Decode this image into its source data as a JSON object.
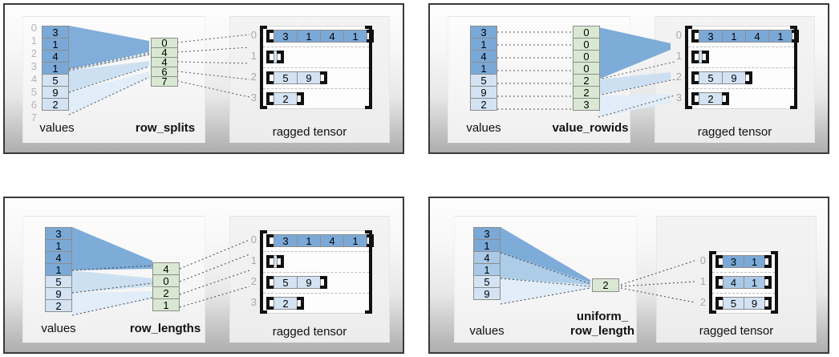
{
  "colors": {
    "blue_dark": "#7aa9d8",
    "blue_mid": "#a9c9e6",
    "blue_light": "#d3e3f3",
    "green": "#d9e8d2",
    "cell_border": "#8d8d8d",
    "bracket": "#111111",
    "panel_border": "#3a3a3a",
    "index_gray": "#b4b4b4",
    "dash_gray": "#bdbdbd"
  },
  "panels": [
    {
      "id": "row_splits",
      "values_caption": "values",
      "values_label_icon": "column-of-values",
      "index_caption": "row_splits",
      "tensor_caption": "ragged tensor",
      "values": [
        "3",
        "1",
        "4",
        "1",
        "5",
        "9",
        "2"
      ],
      "value_shades": [
        "dark",
        "dark",
        "dark",
        "dark",
        "light",
        "light",
        "light"
      ],
      "ruler": [
        "0",
        "1",
        "2",
        "3",
        "4",
        "5",
        "6",
        "7"
      ],
      "index_values": [
        "0",
        "4",
        "4",
        "6",
        "7"
      ],
      "tensor_row_labels": [
        "0",
        "1",
        "2",
        "3"
      ],
      "tensor_rows": [
        {
          "cells": [
            "3",
            "1",
            "4",
            "1"
          ],
          "shade": "dark"
        },
        {
          "cells": [],
          "shade": "light"
        },
        {
          "cells": [
            "5",
            "9"
          ],
          "shade": "light"
        },
        {
          "cells": [
            "2"
          ],
          "shade": "light"
        }
      ]
    },
    {
      "id": "value_rowids",
      "values_caption": "values",
      "values_label_icon": "column-of-values",
      "index_caption": "value_rowids",
      "tensor_caption": "ragged tensor",
      "values": [
        "3",
        "1",
        "4",
        "1",
        "5",
        "9",
        "2"
      ],
      "value_shades": [
        "dark",
        "dark",
        "dark",
        "dark",
        "light",
        "light",
        "light"
      ],
      "ruler": [],
      "index_values": [
        "0",
        "0",
        "0",
        "0",
        "2",
        "2",
        "3"
      ],
      "tensor_row_labels": [
        "0",
        "1",
        "2",
        "3"
      ],
      "tensor_rows": [
        {
          "cells": [
            "3",
            "1",
            "4",
            "1"
          ],
          "shade": "dark"
        },
        {
          "cells": [],
          "shade": "light"
        },
        {
          "cells": [
            "5",
            "9"
          ],
          "shade": "light"
        },
        {
          "cells": [
            "2"
          ],
          "shade": "light"
        }
      ]
    },
    {
      "id": "row_lengths",
      "values_caption": "values",
      "values_label_icon": "column-of-values",
      "index_caption": "row_lengths",
      "tensor_caption": "ragged tensor",
      "values": [
        "3",
        "1",
        "4",
        "1",
        "5",
        "9",
        "2"
      ],
      "value_shades": [
        "dark",
        "dark",
        "dark",
        "dark",
        "light",
        "light",
        "light"
      ],
      "ruler": [],
      "index_values": [
        "4",
        "0",
        "2",
        "1"
      ],
      "tensor_row_labels": [
        "0",
        "1",
        "2",
        "3"
      ],
      "tensor_rows": [
        {
          "cells": [
            "3",
            "1",
            "4",
            "1"
          ],
          "shade": "dark"
        },
        {
          "cells": [],
          "shade": "light"
        },
        {
          "cells": [
            "5",
            "9"
          ],
          "shade": "light"
        },
        {
          "cells": [
            "2"
          ],
          "shade": "light"
        }
      ]
    },
    {
      "id": "uniform_row_length",
      "values_caption": "values",
      "values_label_icon": "column-of-values",
      "index_caption": "uniform_\nrow_length",
      "index_caption_line1": "uniform_",
      "index_caption_line2": "row_length",
      "tensor_caption": "ragged tensor",
      "values": [
        "3",
        "1",
        "4",
        "1",
        "5",
        "9"
      ],
      "value_shades": [
        "dark",
        "dark",
        "mid",
        "mid",
        "light",
        "light"
      ],
      "ruler": [],
      "index_values": [
        "2"
      ],
      "tensor_row_labels": [
        "0",
        "1",
        "2"
      ],
      "tensor_rows": [
        {
          "cells": [
            "3",
            "1"
          ],
          "shade": "dark"
        },
        {
          "cells": [
            "4",
            "1"
          ],
          "shade": "mid"
        },
        {
          "cells": [
            "5",
            "9"
          ],
          "shade": "light"
        }
      ]
    }
  ]
}
